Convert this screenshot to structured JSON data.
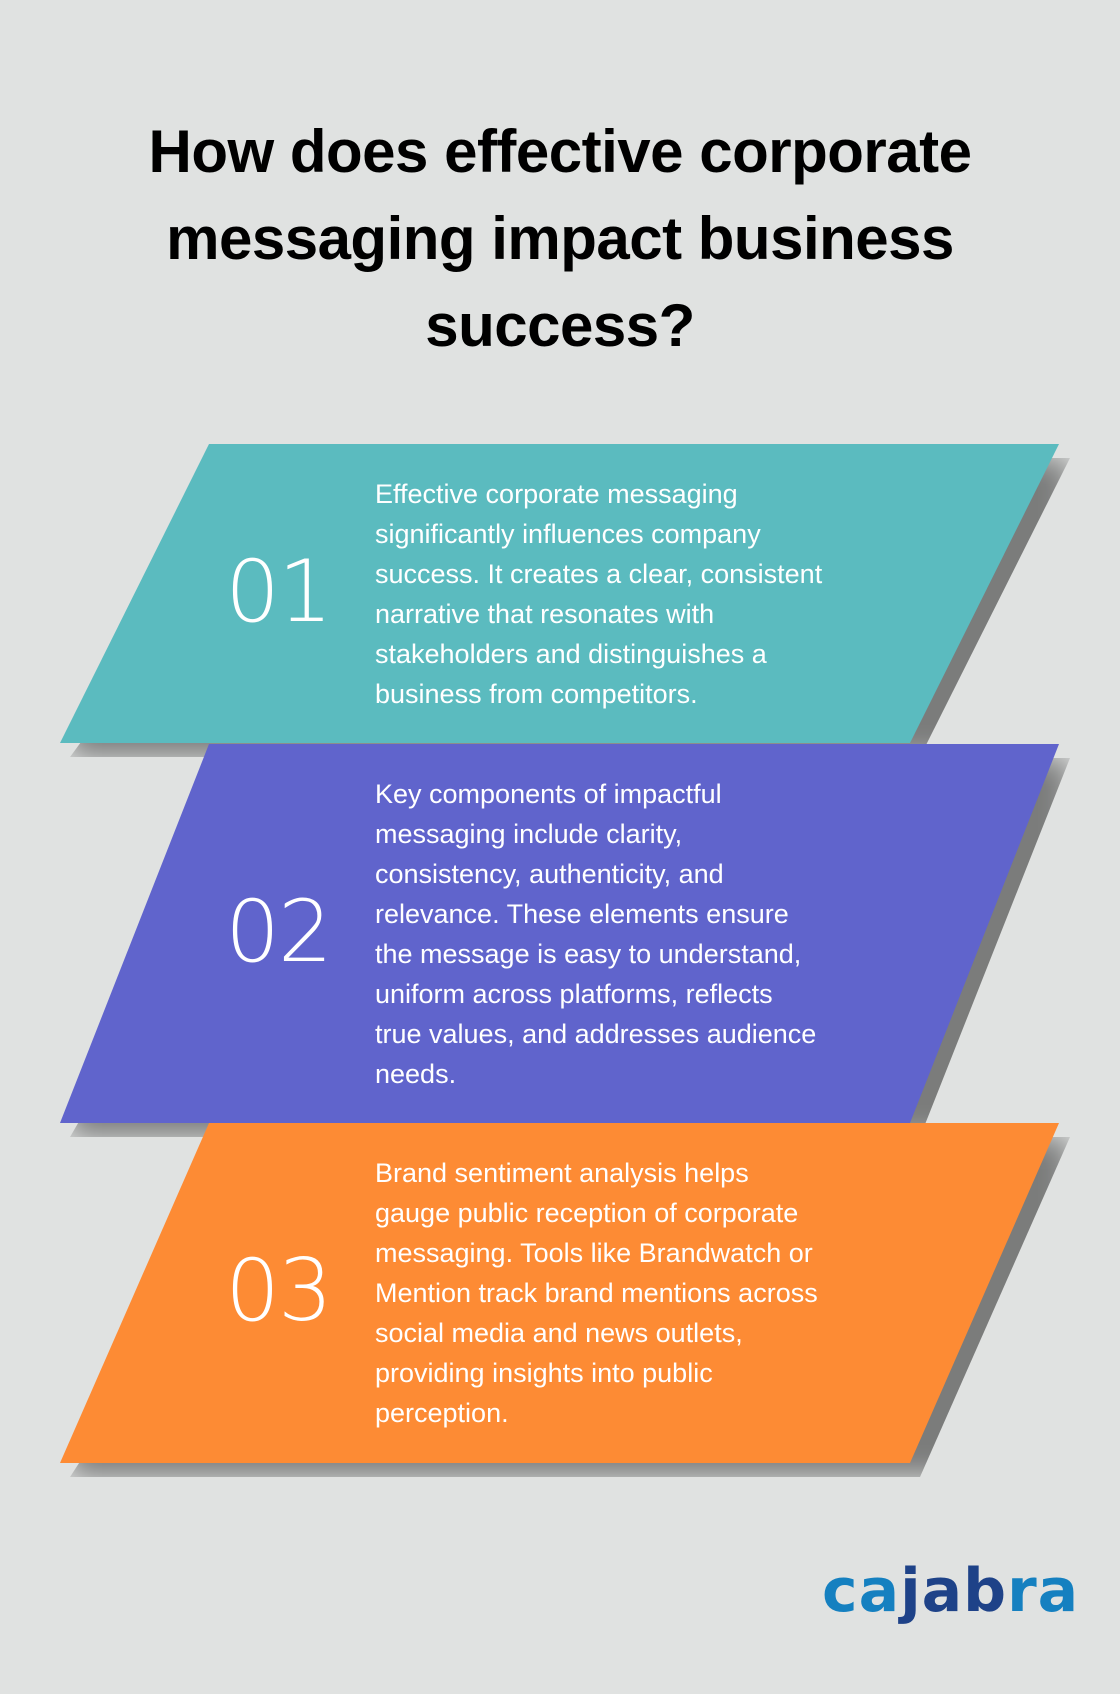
{
  "title": {
    "lines": [
      "How does effective corporate",
      "messaging impact business",
      "success?"
    ]
  },
  "cards": [
    {
      "number": "01",
      "color": "#5bbbbf",
      "lines": [
        "Effective corporate messaging",
        "significantly influences company",
        "success. It creates a clear, consistent",
        "narrative that resonates with",
        "stakeholders and distinguishes a",
        "business from competitors."
      ]
    },
    {
      "number": "02",
      "color": "#6064cc",
      "lines": [
        "Key components of impactful",
        "messaging include clarity,",
        "consistency, authenticity, and",
        "relevance. These elements ensure",
        "the message is easy to understand,",
        "uniform across platforms, reflects",
        "true values, and addresses audience",
        "needs."
      ]
    },
    {
      "number": "03",
      "color": "#fd8b34",
      "lines": [
        "Brand sentiment analysis helps",
        "gauge public reception of corporate",
        "messaging. Tools like Brandwatch or",
        "Mention track brand mentions across",
        "social media and news outlets,",
        "providing insights into public",
        "perception."
      ]
    }
  ],
  "logo": {
    "part1": "ca",
    "part2": "jab",
    "part3": "ra",
    "color_light": "#1580c0",
    "color_dark": "#1e4288"
  }
}
